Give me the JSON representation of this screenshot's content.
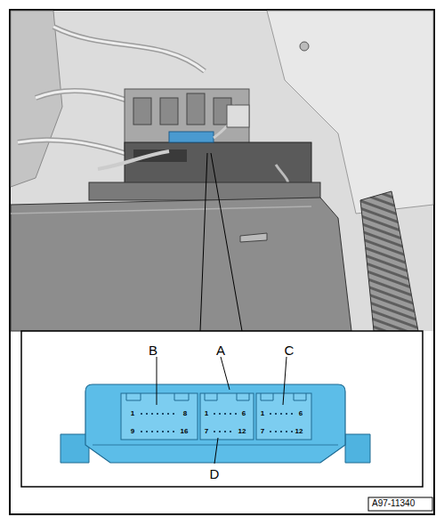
{
  "diagram": {
    "labels": [
      "B",
      "A",
      "C",
      "1",
      "8",
      "9",
      "16",
      "1",
      "6",
      "7",
      "12",
      "1",
      "6",
      "7",
      "12",
      "D",
      "A97-11340"
    ]
  }
}
